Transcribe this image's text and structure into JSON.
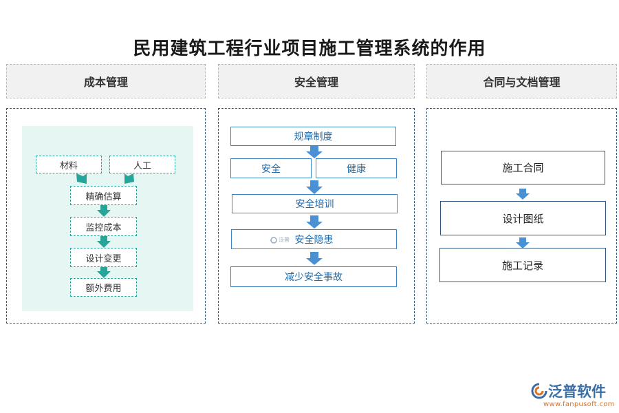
{
  "title": "民用建筑工程行业项目施工管理系统的作用",
  "columns": [
    {
      "heading": "成本管理",
      "items": [
        "材料",
        "人工",
        "精确估算",
        "监控成本",
        "设计变更",
        "额外费用"
      ]
    },
    {
      "heading": "安全管理",
      "items": [
        "规章制度",
        "安全",
        "健康",
        "安全培训",
        "安全隐患",
        "减少安全事故"
      ]
    },
    {
      "heading": "合同与文档管理",
      "items": [
        "施工合同",
        "设计图纸",
        "施工记录"
      ]
    }
  ],
  "colors": {
    "teal": "#27a59b",
    "teal_bg": "#e6f6f2",
    "blue": "#3d86c6",
    "blue_arrow": "#4a90d4",
    "navy": "#2c567f",
    "brand": "#3a6ea5",
    "url_orange": "#d9732a"
  },
  "watermark": {
    "brand": "泛普软件",
    "url": "www.fanpusoft.com",
    "mid_mark": "泛普"
  },
  "icons": {
    "arrow": "down-arrow-icon",
    "logo": "fanpu-logo-icon"
  }
}
